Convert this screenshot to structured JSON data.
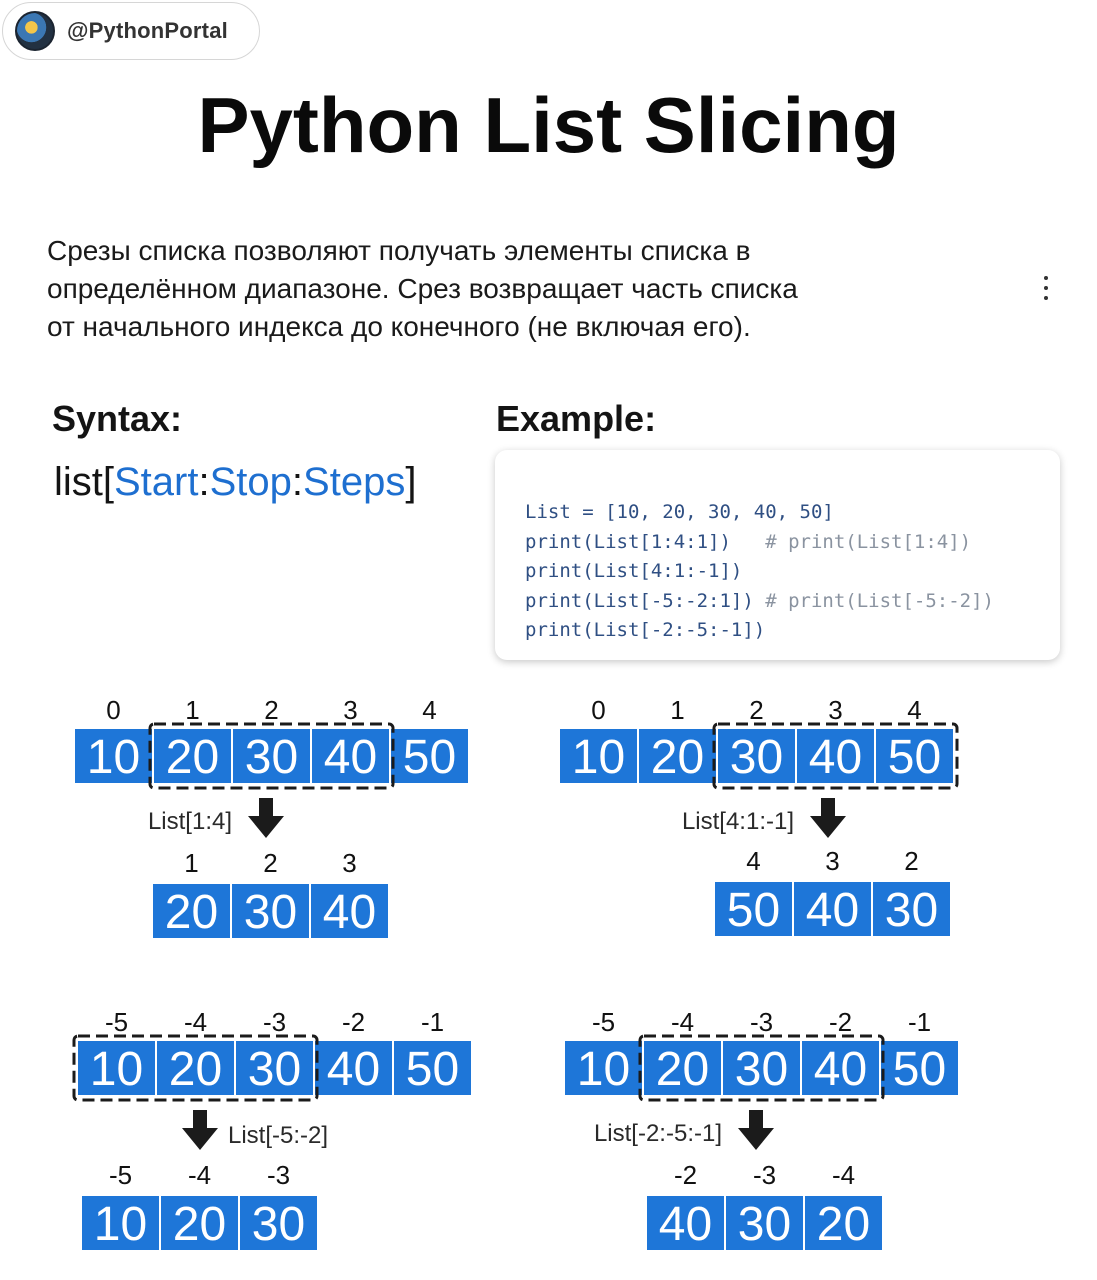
{
  "channel": {
    "handle": "@PythonPortal"
  },
  "title": "Python List Slicing",
  "description": [
    "Срезы списка позволяют получать элементы списка в",
    "определённом диапазоне. Срез возвращает часть списка",
    "от начального индекса до конечного (не включая его)."
  ],
  "syntax": {
    "heading": "Syntax:",
    "prefix": "list[",
    "start": "Start",
    "colon1": ":",
    "stop": "Stop",
    "colon2": ":",
    "steps": "Steps",
    "suffix": "]"
  },
  "example": {
    "heading": "Example:",
    "code": [
      {
        "code": "List = [10, 20, 30, 40, 50]",
        "comment": ""
      },
      {
        "code": "print(List[1:4:1])   ",
        "comment": "# print(List[1:4])"
      },
      {
        "code": "print(List[4:1:-1])",
        "comment": ""
      },
      {
        "code": "print(List[-5:-2:1]) ",
        "comment": "# print(List[-5:-2])"
      },
      {
        "code": "print(List[-2:-5:-1])",
        "comment": ""
      }
    ]
  },
  "colors": {
    "cell": "#1e76d8",
    "cell_text": "#ffffff",
    "accent": "#1e6fd0"
  },
  "diagrams": [
    {
      "indices": [
        "0",
        "1",
        "2",
        "3",
        "4"
      ],
      "values": [
        "10",
        "20",
        "30",
        "40",
        "50"
      ],
      "selected": [
        1,
        2,
        3
      ],
      "label": "List[1:4]",
      "label_side": "left",
      "result_indices": [
        "1",
        "2",
        "3"
      ],
      "result_values": [
        "20",
        "30",
        "40"
      ]
    },
    {
      "indices": [
        "0",
        "1",
        "2",
        "3",
        "4"
      ],
      "values": [
        "10",
        "20",
        "30",
        "40",
        "50"
      ],
      "selected": [
        2,
        3,
        4
      ],
      "label": "List[4:1:-1]",
      "label_side": "left",
      "result_indices": [
        "4",
        "3",
        "2"
      ],
      "result_values": [
        "50",
        "40",
        "30"
      ]
    },
    {
      "indices": [
        "-5",
        "-4",
        "-3",
        "-2",
        "-1"
      ],
      "values": [
        "10",
        "20",
        "30",
        "40",
        "50"
      ],
      "selected": [
        0,
        1,
        2
      ],
      "label": "List[-5:-2]",
      "label_side": "right",
      "result_indices": [
        "-5",
        "-4",
        "-3"
      ],
      "result_values": [
        "10",
        "20",
        "30"
      ]
    },
    {
      "indices": [
        "-5",
        "-4",
        "-3",
        "-2",
        "-1"
      ],
      "values": [
        "10",
        "20",
        "30",
        "40",
        "50"
      ],
      "selected": [
        1,
        2,
        3
      ],
      "label": "List[-2:-5:-1]",
      "label_side": "left",
      "result_indices": [
        "-2",
        "-3",
        "-4"
      ],
      "result_values": [
        "40",
        "30",
        "20"
      ]
    }
  ]
}
